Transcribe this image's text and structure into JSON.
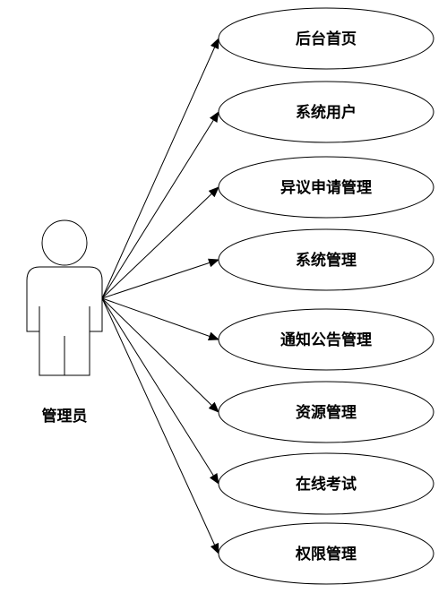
{
  "actor": {
    "name": "管理员"
  },
  "use_cases": [
    {
      "label": "后台首页"
    },
    {
      "label": "系统用户"
    },
    {
      "label": "异议申请管理"
    },
    {
      "label": "系统管理"
    },
    {
      "label": "通知公告管理"
    },
    {
      "label": "资源管理"
    },
    {
      "label": "在线考试"
    },
    {
      "label": "权限管理"
    }
  ],
  "colors": {
    "line": "#000000",
    "background": "#ffffff",
    "text": "#000000"
  }
}
